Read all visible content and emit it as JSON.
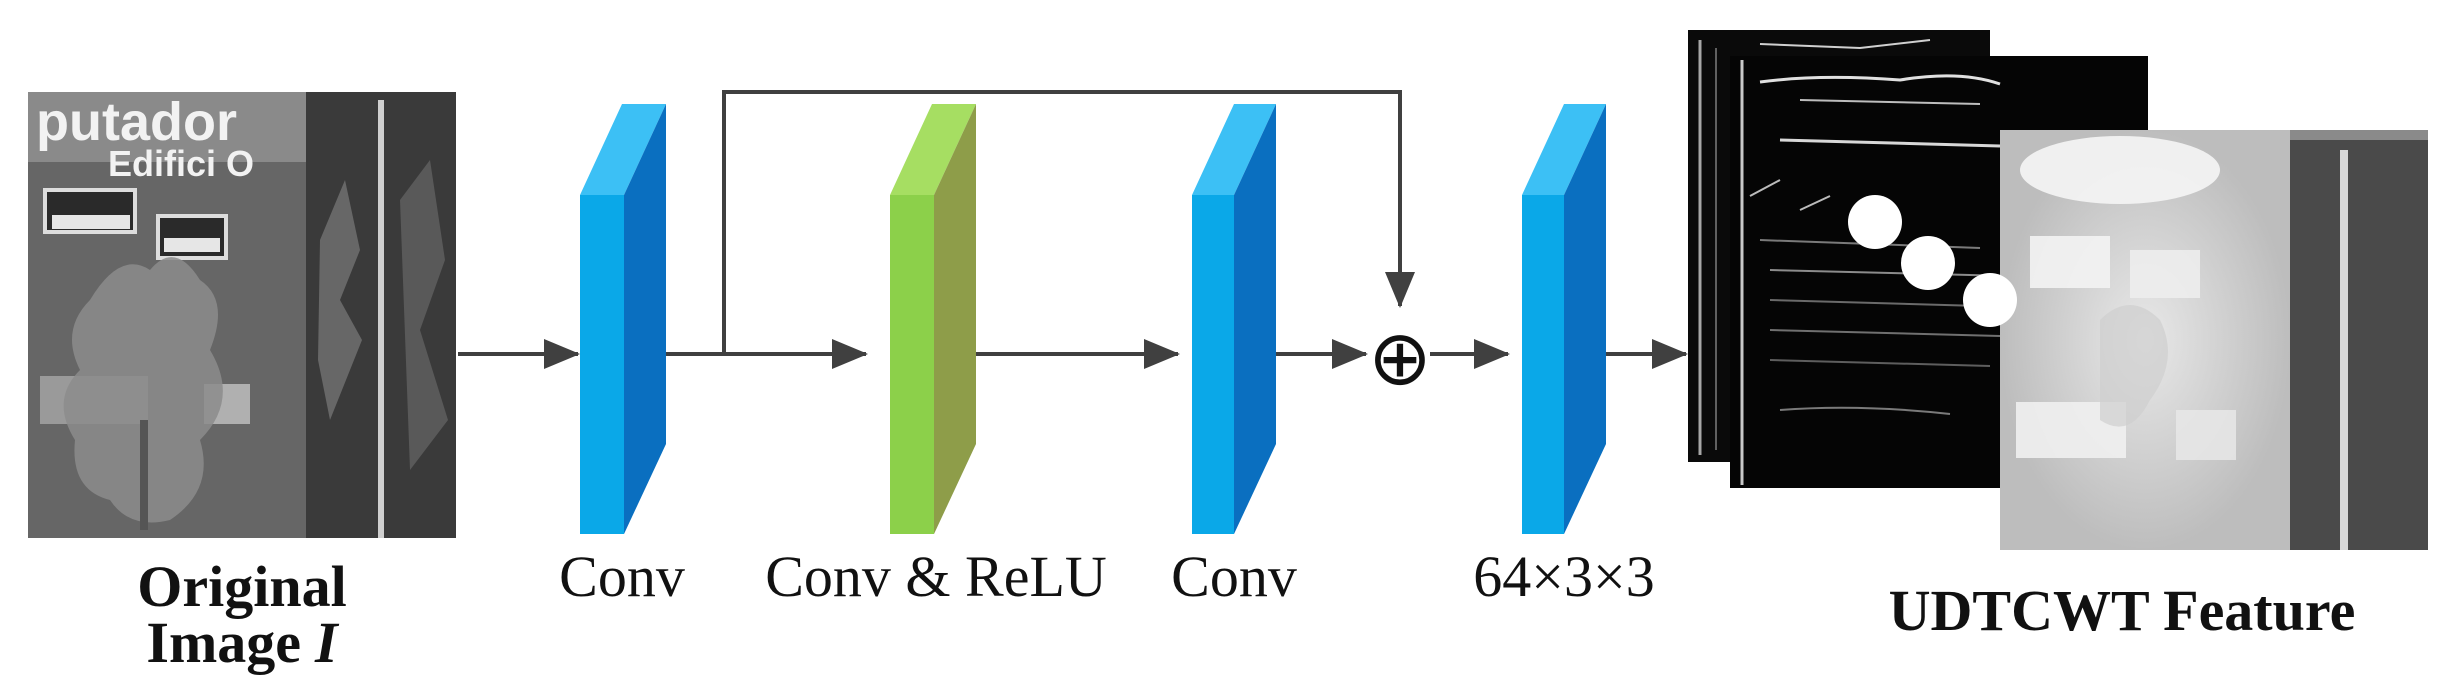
{
  "diagram": {
    "input": {
      "label_line1": "Original",
      "label_line2": "Image",
      "label_symbol": "I",
      "sign_text_line1": "putador",
      "sign_text_line2": "Edifici O"
    },
    "blocks": [
      {
        "label": "Conv",
        "color_front": "#0aa8e8",
        "color_side": "#0a6fc0",
        "color_top": "#3cc0f5"
      },
      {
        "label": "Conv & ReLU",
        "color_front": "#8cd04a",
        "color_side": "#8e9d49",
        "color_top": "#a6de62"
      },
      {
        "label": "Conv",
        "color_front": "#0aa8e8",
        "color_side": "#0a6fc0",
        "color_top": "#3cc0f5"
      },
      {
        "label": "64×3×3",
        "color_front": "#0aa8e8",
        "color_side": "#0a6fc0",
        "color_top": "#3cc0f5"
      }
    ],
    "output": {
      "label": "UDTCWT Feature"
    },
    "sum_symbol": "⊕",
    "colors": {
      "arrow": "#404040",
      "text": "#111111"
    }
  }
}
